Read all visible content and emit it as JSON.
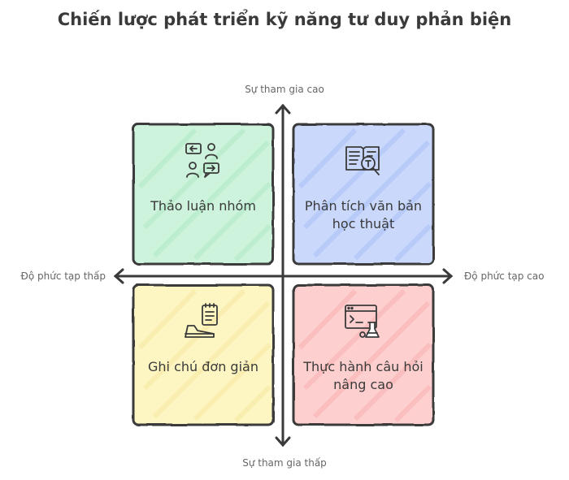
{
  "title": "Chiến lược phát triển kỹ năng tư duy phản biện",
  "axes": {
    "top": "Sự tham gia cao",
    "bottom": "Sự tham gia thấp",
    "left": "Độ phức tạp thấp",
    "right": "Độ phức tạp cao"
  },
  "quadrants": {
    "top_left": {
      "label": "Thảo luận nhóm",
      "icon": "group-discussion-icon",
      "color": "#cdf3dc"
    },
    "top_right": {
      "label": "Phân tích văn bản học thuật",
      "icon": "text-analysis-icon",
      "color": "#c9d8fb"
    },
    "bottom_left": {
      "label": "Ghi chú đơn giản",
      "icon": "note-taking-icon",
      "color": "#fdf6c2"
    },
    "bottom_right": {
      "label": "Thực hành câu hỏi nâng cao",
      "icon": "advanced-practice-icon",
      "color": "#fdcfcf"
    }
  },
  "colors": {
    "stroke": "#3a3a3a",
    "axis": "#3a3a3a"
  }
}
